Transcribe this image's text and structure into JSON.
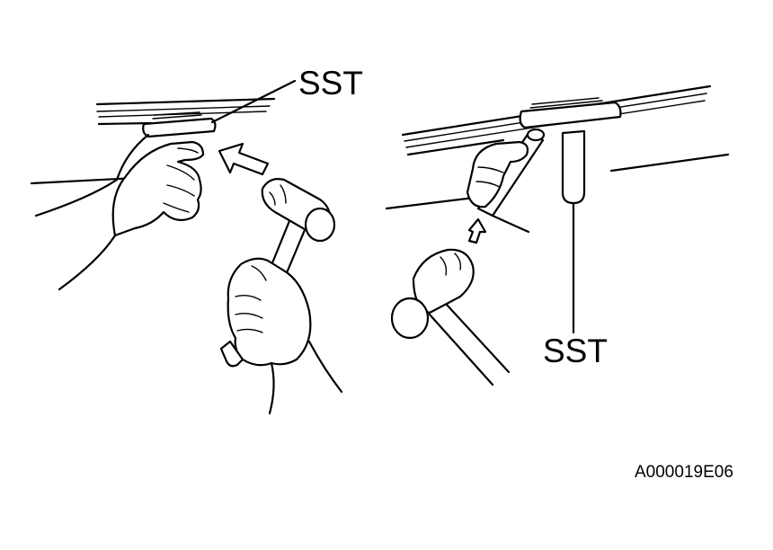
{
  "labels": {
    "sst_left": "SST",
    "sst_right": "SST",
    "figure_code": "A000019E06"
  },
  "colors": {
    "line": "#000000",
    "background": "#ffffff"
  }
}
